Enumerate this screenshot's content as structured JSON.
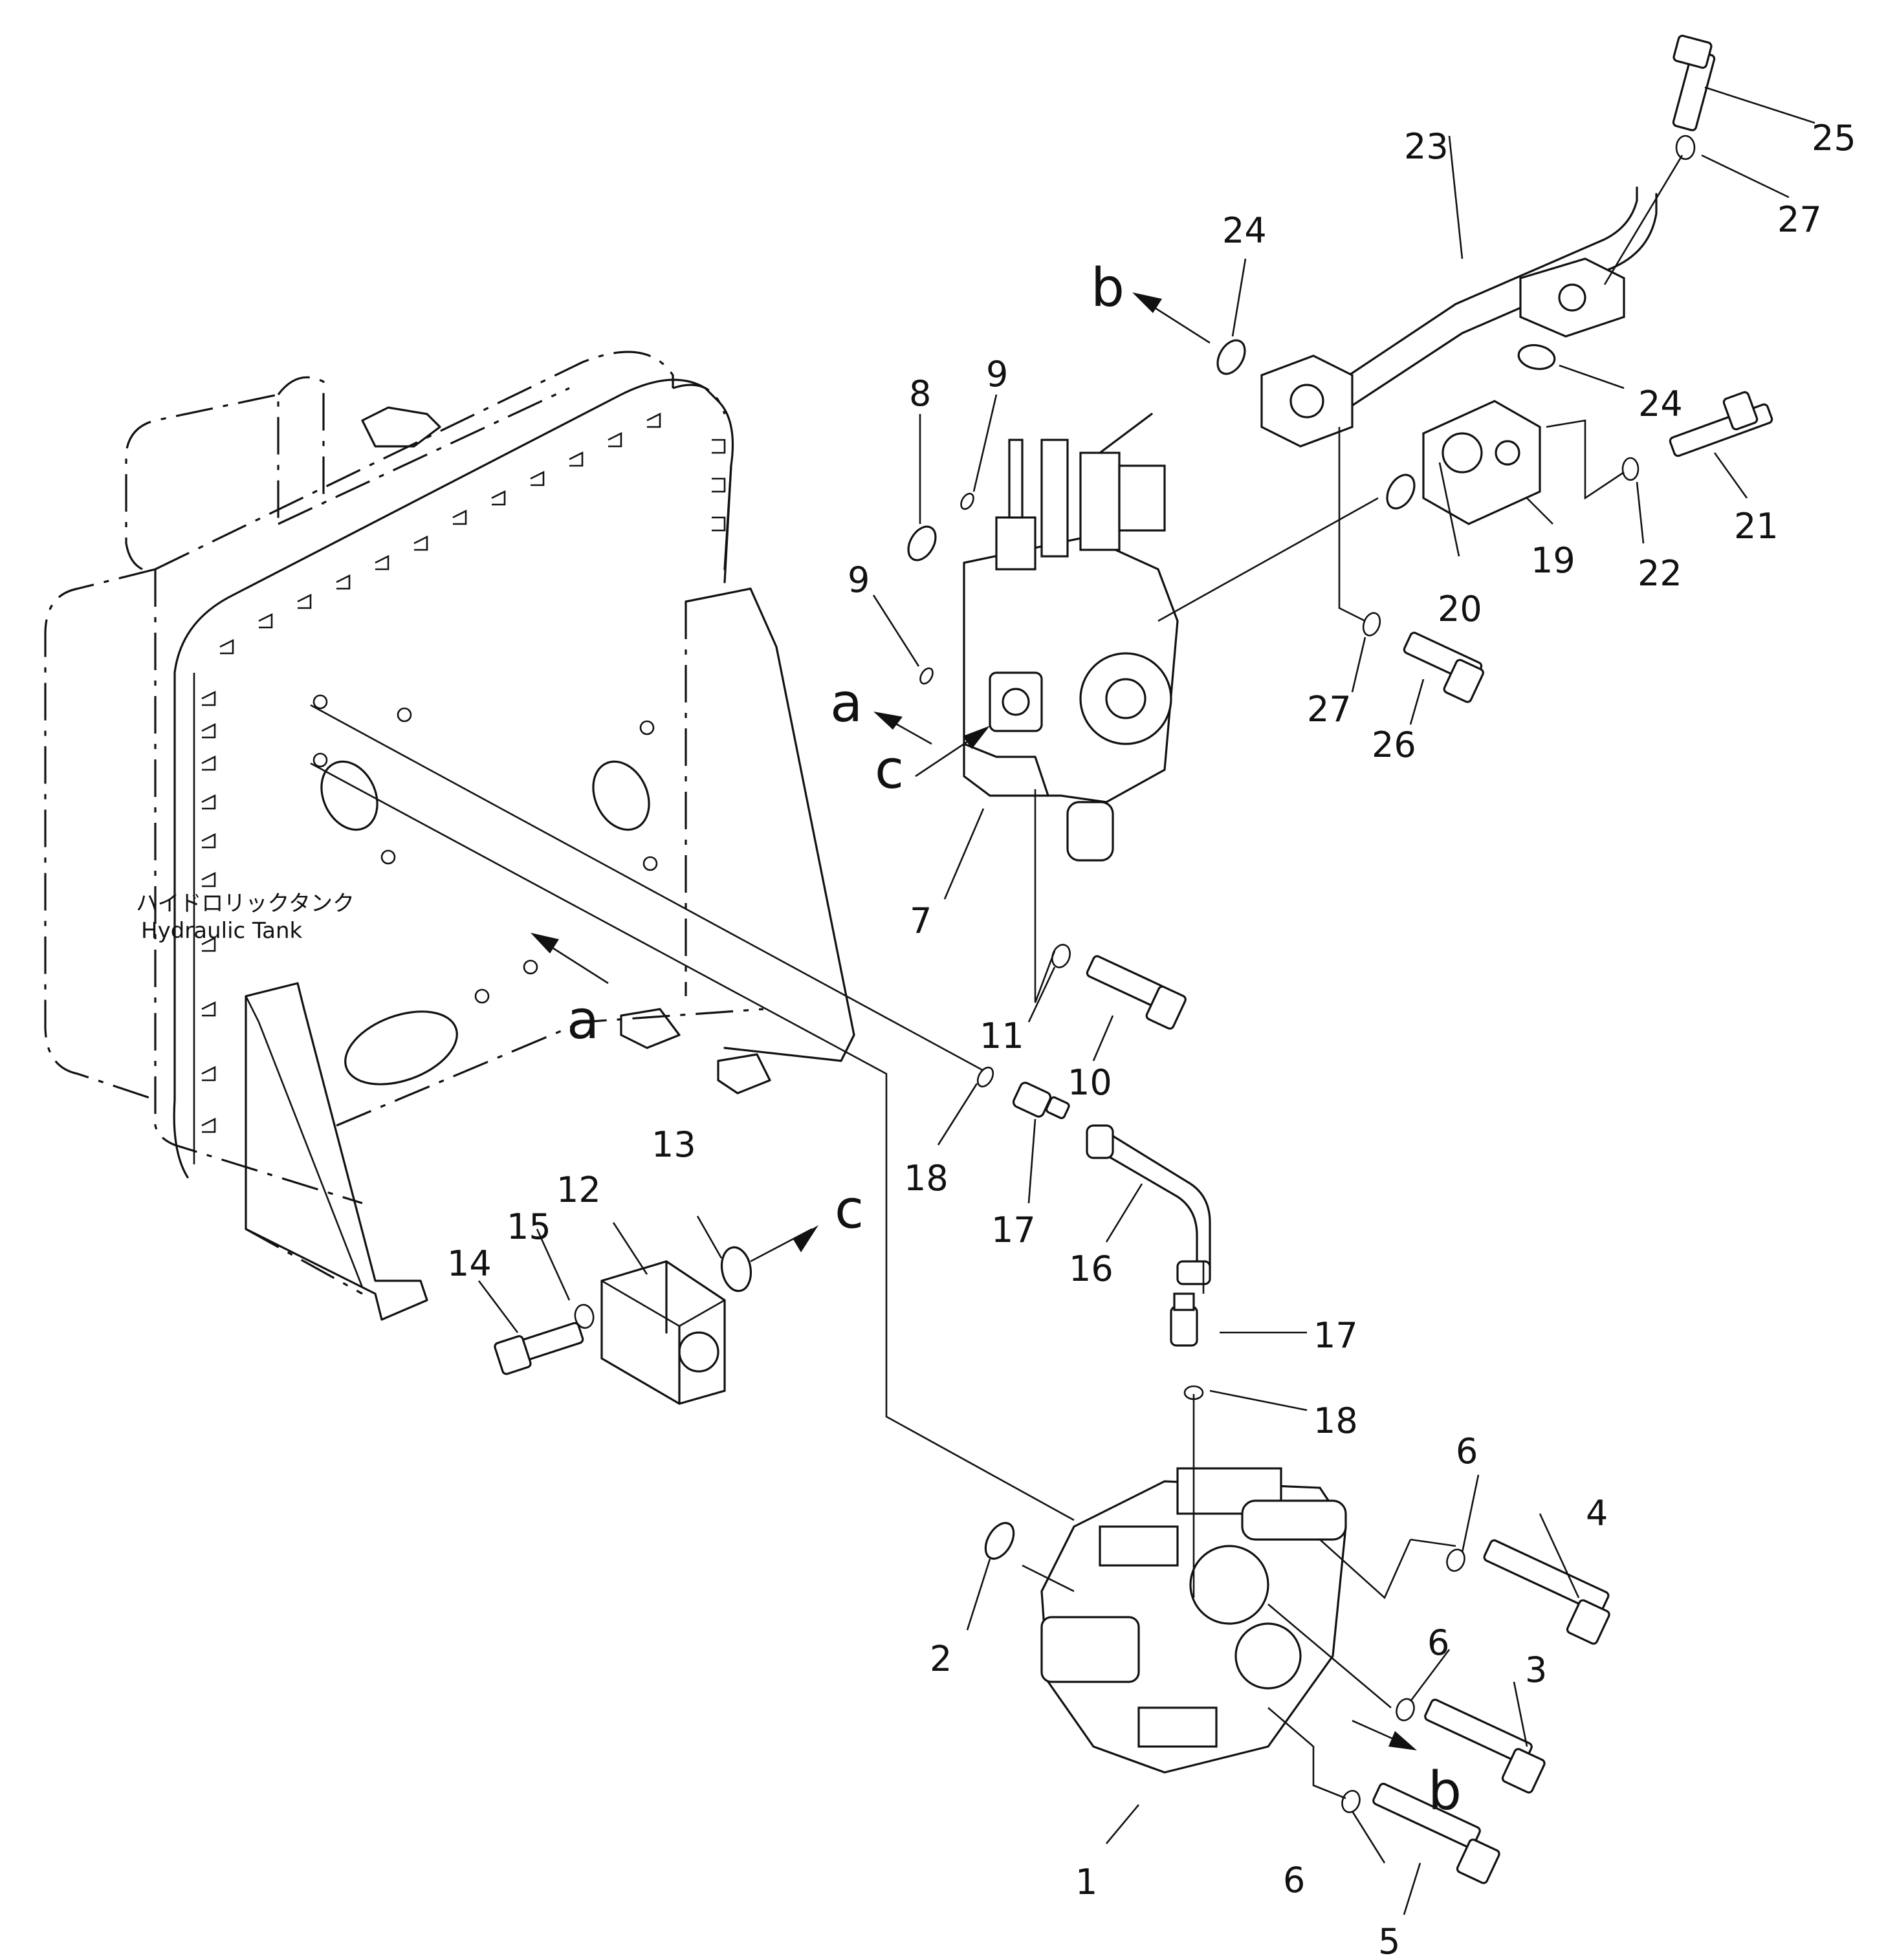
{
  "tank_label": {
    "jp": "ハイドロリックタンク",
    "en": "Hydraulic  Tank"
  },
  "letters": {
    "a": "a",
    "b": "b",
    "c": "c"
  },
  "callouts": [
    "1",
    "2",
    "3",
    "4",
    "5",
    "6",
    "7",
    "8",
    "9",
    "10",
    "11",
    "12",
    "13",
    "14",
    "15",
    "16",
    "17",
    "18",
    "19",
    "20",
    "21",
    "22",
    "23",
    "24",
    "25",
    "26",
    "27"
  ]
}
